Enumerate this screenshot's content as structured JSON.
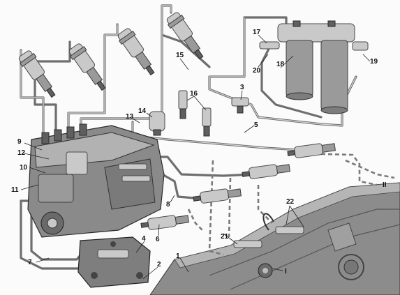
{
  "labels": {
    "l1": "1",
    "l2": "2",
    "l3": "3",
    "l4": "4",
    "l5": "5",
    "l6": "6",
    "l7": "7",
    "l8": "8",
    "l9": "9",
    "l10": "10",
    "l11": "11",
    "l12": "12",
    "l13": "13",
    "l14": "14",
    "l15": "15",
    "l16": "16",
    "l17": "17",
    "l18": "18",
    "l19": "19",
    "l20": "20",
    "l21": "21",
    "l22": "22",
    "lI": "I",
    "lII": "II"
  }
}
